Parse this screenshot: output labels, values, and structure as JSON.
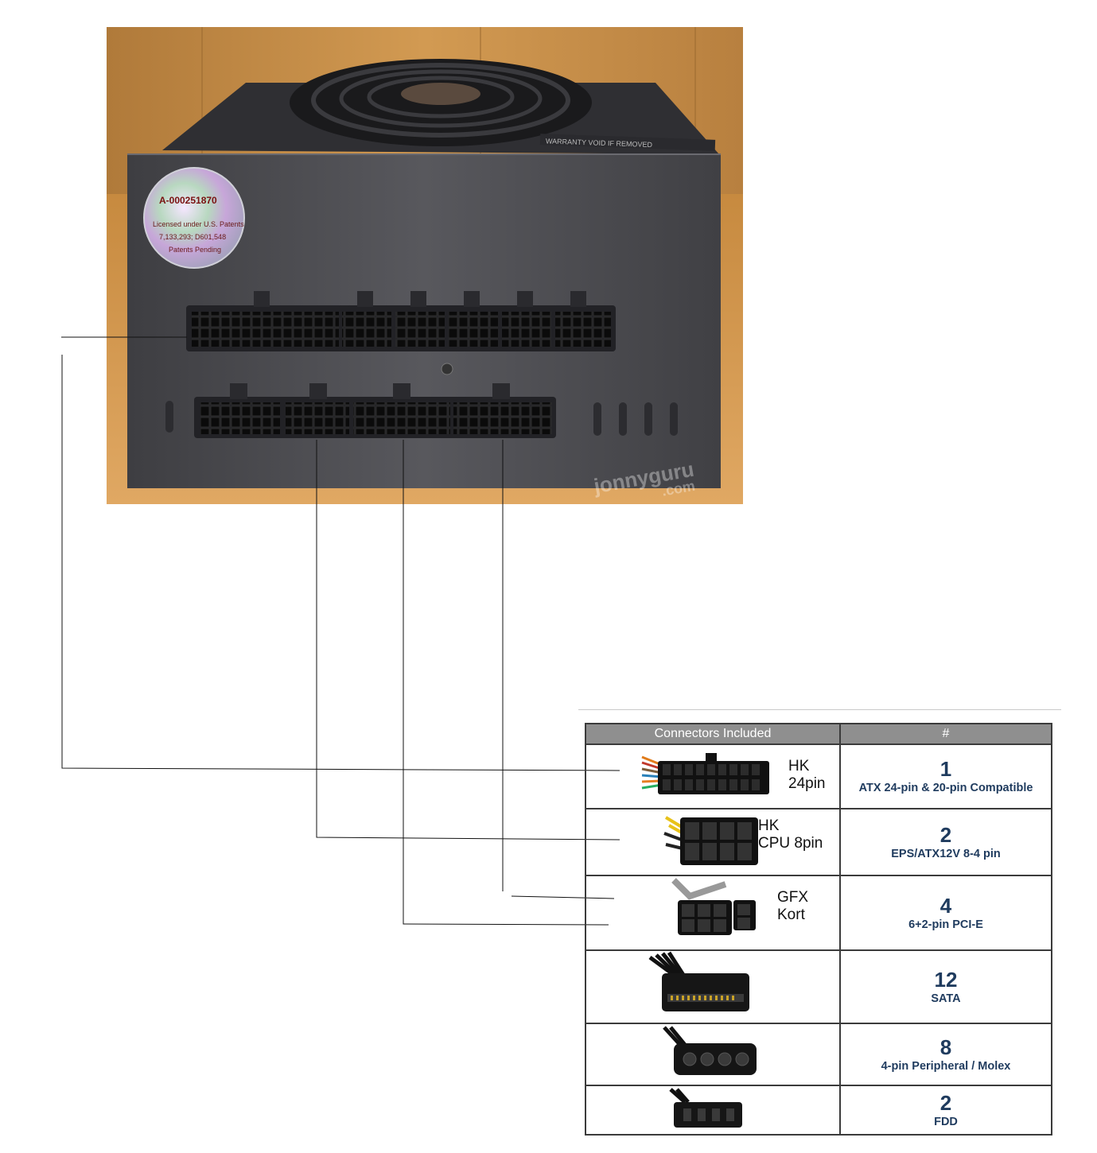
{
  "photo": {
    "sticker_serial": "A-000251870",
    "sticker_line1": "Licensed under U.S. Patents",
    "sticker_line2": "7,133,293; D601,548",
    "sticker_line3": "Patents Pending",
    "warranty_text": "WARRANTY VOID IF REMOVED",
    "watermark_line1": "jonnyguru",
    "watermark_line2": ".com"
  },
  "table": {
    "header_connectors": "Connectors Included",
    "header_count": "#",
    "rows": [
      {
        "label": "HK\n24pin",
        "count": "1",
        "desc": "ATX 24-pin & 20-pin Compatible",
        "icon": "atx-24pin-connector-icon"
      },
      {
        "label": "HK\nCPU 8pin",
        "count": "2",
        "desc": "EPS/ATX12V 8-4 pin",
        "icon": "eps-8pin-connector-icon"
      },
      {
        "label": "GFX\nKort",
        "count": "4",
        "desc": "6+2-pin PCI-E",
        "icon": "pcie-6plus2-connector-icon"
      },
      {
        "label": "",
        "count": "12",
        "desc": "SATA",
        "icon": "sata-connector-icon"
      },
      {
        "label": "",
        "count": "8",
        "desc": "4-pin Peripheral / Molex",
        "icon": "molex-connector-icon"
      },
      {
        "label": "",
        "count": "2",
        "desc": "FDD",
        "icon": "fdd-connector-icon"
      }
    ]
  },
  "colors": {
    "wood": "#c98f44",
    "psu_body": "#4a4a4e",
    "header_gray": "#8f8f8f",
    "count_blue": "#1f3b5e"
  }
}
